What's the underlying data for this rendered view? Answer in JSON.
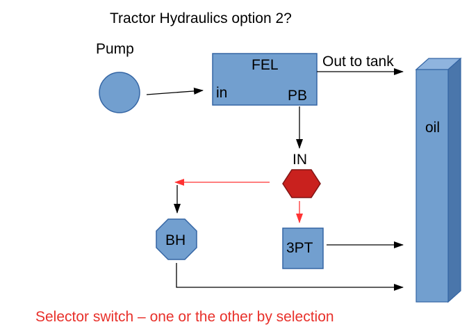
{
  "title": "Tractor Hydraulics option 2?",
  "pump_label": "Pump",
  "fel": {
    "label": "FEL",
    "in_label": "in",
    "pb_label": "PB"
  },
  "out_to_tank": "Out to tank",
  "tank_label": "oil",
  "selector_in_label": "IN",
  "bh_label": "BH",
  "threept_label": "3PT",
  "caption": "Selector switch – one or the other by selection",
  "colors": {
    "shape_fill": "#729fcf",
    "shape_stroke": "#3465a4",
    "tank_top": "#8fb4de",
    "tank_side": "#4a76ab",
    "selector_fill": "#c9211e",
    "selector_stroke": "#7f1414",
    "red_arrow": "#ff3333",
    "caption_color": "#e8302a"
  }
}
